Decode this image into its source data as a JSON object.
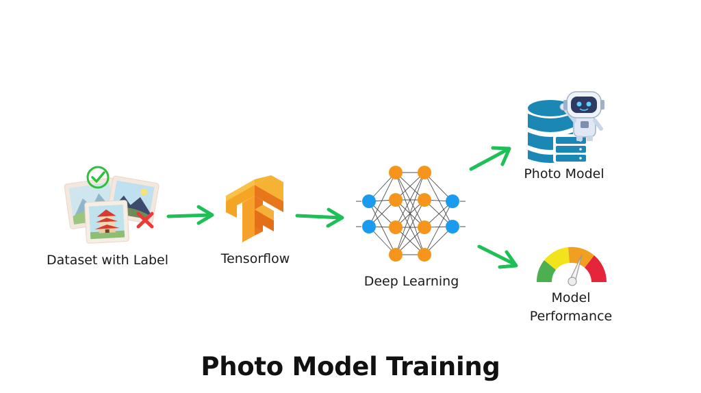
{
  "title": "Photo Model Training",
  "nodes": {
    "dataset": {
      "label": "Dataset with Label"
    },
    "tensorflow": {
      "label": "Tensorflow"
    },
    "deep_learning": {
      "label": "Deep Learning"
    },
    "photo_model": {
      "label": "Photo Model"
    },
    "performance": {
      "line1": "Model",
      "line2": "Performance"
    }
  },
  "colors": {
    "arrow": "#1fbf58",
    "tensorflow_light": "#f6b233",
    "tensorflow_dark": "#e8761a",
    "neuron_orange": "#f6951c",
    "neuron_blue": "#1a9bed",
    "database": "#1b87b5",
    "gauge_green": "#4caf50",
    "gauge_yellow": "#f2e31c",
    "gauge_orange": "#f19f21",
    "gauge_red": "#e5263a",
    "check": "#2fbf3c",
    "cross": "#ee3838"
  },
  "icons": [
    "dataset-photos-icon",
    "check-icon",
    "cross-icon",
    "tensorflow-logo",
    "neural-network-icon",
    "database-icon",
    "robot-icon",
    "gauge-icon",
    "arrow-icon"
  ]
}
